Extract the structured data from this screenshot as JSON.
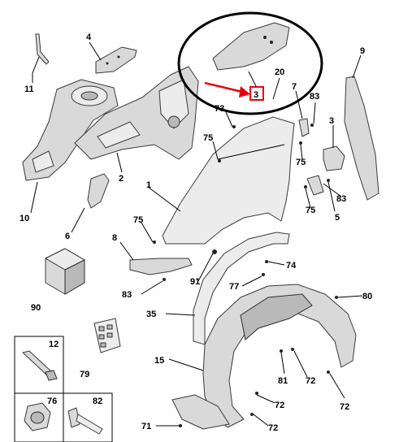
{
  "callouts": [
    {
      "id": "c1",
      "label": "1"
    },
    {
      "id": "c2",
      "label": "2"
    },
    {
      "id": "c3a",
      "label": "3"
    },
    {
      "id": "c3b",
      "label": "3"
    },
    {
      "id": "c4",
      "label": "4"
    },
    {
      "id": "c5",
      "label": "5"
    },
    {
      "id": "c6",
      "label": "6"
    },
    {
      "id": "c7",
      "label": "7"
    },
    {
      "id": "c8",
      "label": "8"
    },
    {
      "id": "c9",
      "label": "9"
    },
    {
      "id": "c10",
      "label": "10"
    },
    {
      "id": "c11",
      "label": "11"
    },
    {
      "id": "c15",
      "label": "15"
    },
    {
      "id": "c20",
      "label": "20"
    },
    {
      "id": "c35",
      "label": "35"
    },
    {
      "id": "c71",
      "label": "71"
    },
    {
      "id": "c72a",
      "label": "72"
    },
    {
      "id": "c72b",
      "label": "72"
    },
    {
      "id": "c72c",
      "label": "72"
    },
    {
      "id": "c72d",
      "label": "72"
    },
    {
      "id": "c73",
      "label": "73"
    },
    {
      "id": "c74",
      "label": "74"
    },
    {
      "id": "c75a",
      "label": "75"
    },
    {
      "id": "c75b",
      "label": "75"
    },
    {
      "id": "c75c",
      "label": "75"
    },
    {
      "id": "c75d",
      "label": "75"
    },
    {
      "id": "c77",
      "label": "77"
    },
    {
      "id": "c79",
      "label": "79"
    },
    {
      "id": "c80",
      "label": "80"
    },
    {
      "id": "c81",
      "label": "81"
    },
    {
      "id": "c83a",
      "label": "83"
    },
    {
      "id": "c83b",
      "label": "83"
    },
    {
      "id": "c83c",
      "label": "83"
    },
    {
      "id": "c90",
      "label": "90"
    },
    {
      "id": "c91",
      "label": "91"
    }
  ],
  "detail_boxes": {
    "box12": "12",
    "box76": "76",
    "box82": "82"
  },
  "highlight": {
    "ellipse_color": "#000000",
    "arrow_color": "#e8000d",
    "box_color": "#e8000d"
  }
}
